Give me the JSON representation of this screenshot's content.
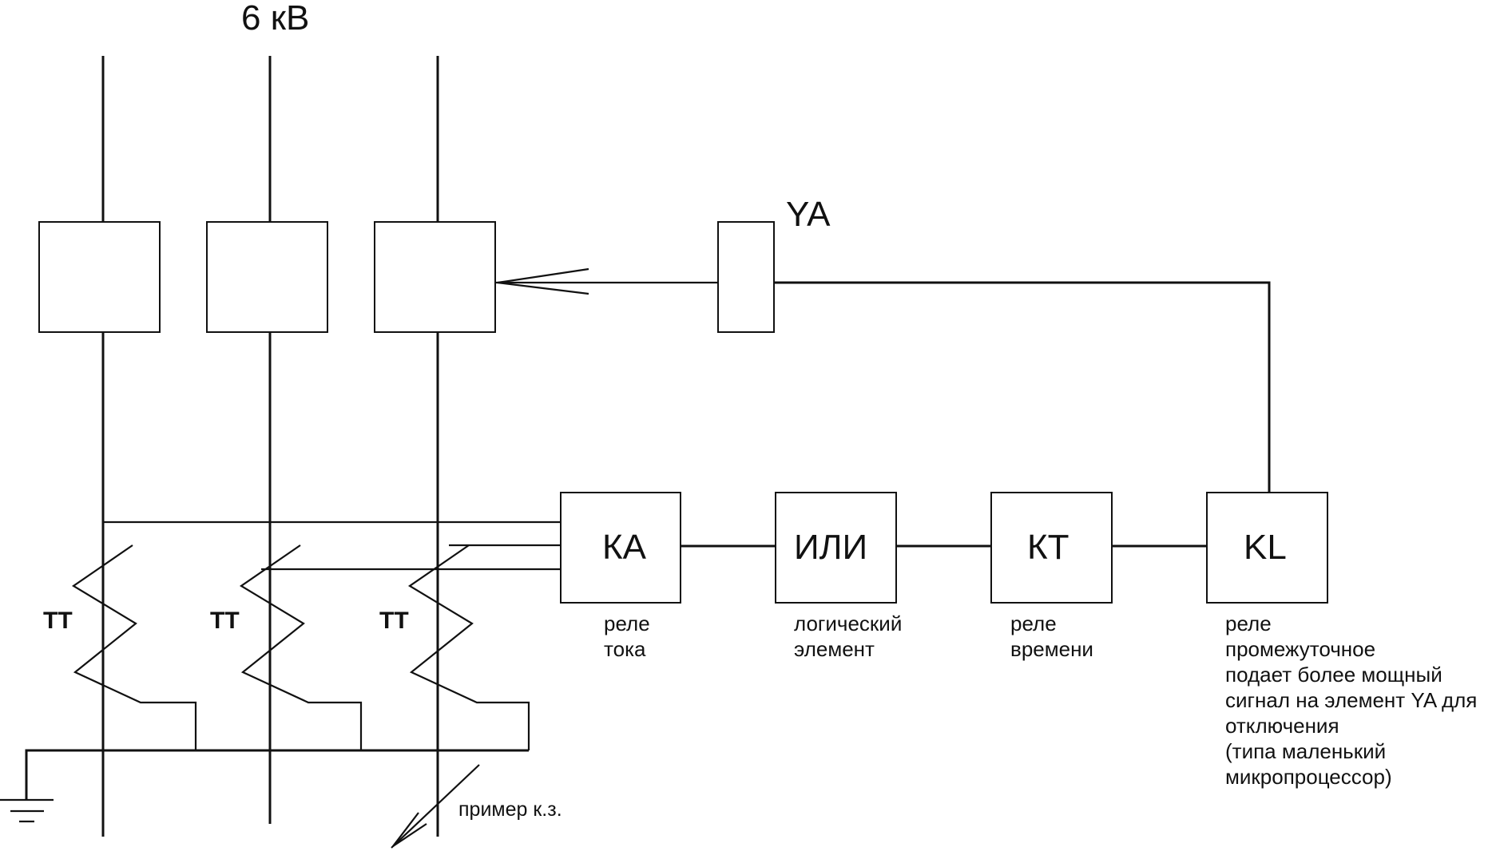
{
  "bus_label": "6 кВ",
  "ya_label": "YA",
  "tt_labels": [
    "ТТ",
    "ТТ",
    "ТТ"
  ],
  "blocks": {
    "ka": {
      "label": "КА",
      "caption": [
        "реле",
        "тока"
      ]
    },
    "ili": {
      "label": "ИЛИ",
      "caption": [
        "логический",
        "элемент"
      ]
    },
    "kt": {
      "label": "КТ",
      "caption": [
        "реле",
        "времени"
      ]
    },
    "kl": {
      "label": "KL",
      "caption": [
        "реле",
        "промежуточное",
        "подает более мощный",
        "сигнал на элемент YA для",
        "отключения",
        "(типа маленький",
        "микропроцессор)"
      ]
    }
  },
  "fault_label": "пример к.з."
}
